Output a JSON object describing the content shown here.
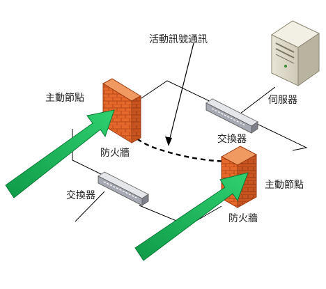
{
  "labels": {
    "heartbeat": "活動訊號通訊",
    "server": "伺服器",
    "active_node_left": "主動節點",
    "firewall_left": "防火牆",
    "switch_upper": "交換器",
    "switch_lower": "交換器",
    "active_node_right": "主動節點",
    "firewall_right": "防火牆"
  },
  "colors": {
    "arrow_green": "#1db45a",
    "firewall_brick": "#e5692a",
    "heartbeat_line": "#000000",
    "network_line": "#000000"
  },
  "icons": [
    "server-icon",
    "firewall-icon",
    "switch-icon",
    "arrow-icon"
  ]
}
